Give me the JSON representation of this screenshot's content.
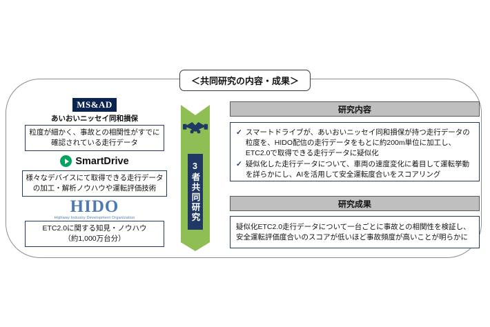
{
  "colors": {
    "navy": "#1f3864",
    "msad_navy": "#0b2350",
    "ribbon_green": "#8fbe55",
    "header_gray": "#bfbfbf",
    "smartdrive_green": "#00a45f",
    "hido_blue": "#4d7ab5"
  },
  "title": "＜共同研究の内容・成果＞",
  "partners": {
    "msad": {
      "logo_text": "MS&AD",
      "company": "あいおいニッセイ同和損保",
      "asset": "粒度が細かく、事故との相関性がすでに\n確認されている走行データ"
    },
    "smartdrive": {
      "logo_text": "SmartDrive",
      "asset": "様々なデバイスにて取得できる走行データ\nの加工・解析ノウハウや運転評価技術"
    },
    "hido": {
      "logo_text": "HIDO",
      "caption": "Highway Industry Development Organization",
      "asset": "ETC2.0に関する知見・ノウハウ\n（約1,000万台分）"
    }
  },
  "ribbon": {
    "label": "3者共同研究"
  },
  "research": {
    "content": {
      "header": "研究内容",
      "bullets": [
        {
          "mark": "✓",
          "text": "スマートドライブが、あいおいニッセイ同和損保が持つ走行データの粒度を、HIDO配信の走行データをもとに約200m単位に加工し、ETC2.0で取得できる走行データに疑似化"
        },
        {
          "mark": "✓",
          "text": "疑似化した走行データについて、車両の速度変化に着目して運転挙動を詳らかにし、AIを活用して安全運転度合いをスコアリング"
        }
      ]
    },
    "results": {
      "header": "研究成果",
      "text": "疑似化ETC2.0走行データについて一台ごとに事故との相関性を検証し、安全運転評価度合いのスコアが低いほど事故頻度が高いことが明らかに"
    }
  }
}
